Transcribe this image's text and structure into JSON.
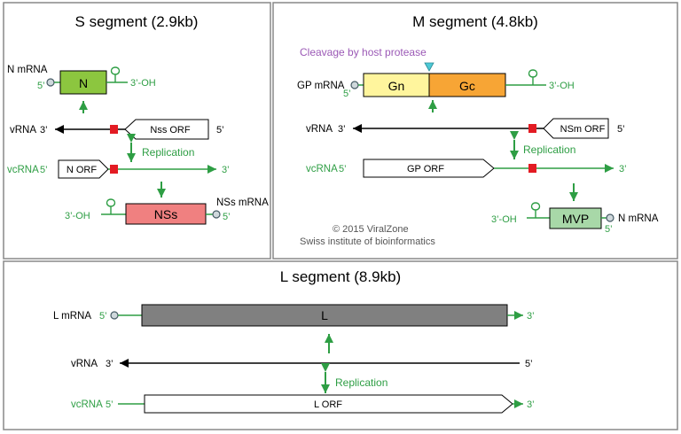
{
  "s_segment": {
    "title": "S segment (2.9kb)",
    "n_mrna": {
      "label": "N mRNA",
      "five": "5’",
      "gene": "N",
      "three_oh": "3’-OH"
    },
    "vrna": {
      "label": "vRNA",
      "three": "3’",
      "orf": "Nss ORF",
      "five": "5’"
    },
    "replication": "Replication",
    "vcrna": {
      "label": "vcRNA",
      "five": "5’",
      "orf": "N ORF",
      "three": "3’"
    },
    "nss_mrna": {
      "three_oh": "3’-OH",
      "gene": "NSs",
      "label": "NSs mRNA",
      "five": "5’"
    }
  },
  "m_segment": {
    "title": "M segment (4.8kb)",
    "cleavage": "Cleavage by host protease",
    "gp_mrna": {
      "label": "GP mRNA",
      "five": "5’",
      "gn": "Gn",
      "gc": "Gc",
      "three_oh": "3’-OH"
    },
    "vrna": {
      "label": "vRNA",
      "three": "3’",
      "orf": "NSm ORF",
      "five": "5’"
    },
    "replication": "Replication",
    "vcrna": {
      "label": "vcRNA",
      "five": "5’",
      "orf": "GP ORF",
      "three": "3’"
    },
    "mvp_mrna": {
      "three_oh": "3’-OH",
      "gene": "MVP",
      "label": "N mRNA",
      "five": "5’"
    },
    "copyright": "© 2015 ViralZone",
    "institute": "Swiss institute of bioinformatics"
  },
  "l_segment": {
    "title": "L segment (8.9kb)",
    "l_mrna": {
      "label": "L mRNA",
      "five": "5’",
      "gene": "L",
      "three": "3’"
    },
    "vrna": {
      "label": "vRNA",
      "three": "3’",
      "five": "5’"
    },
    "replication": "Replication",
    "vcrna": {
      "label": "vcRNA",
      "five": "5’",
      "orf": "L ORF",
      "three": "3’"
    }
  },
  "colors": {
    "green": "#2e9e44",
    "label_green": "#2e9e44",
    "n_box": "#8cc63f",
    "nss_box": "#f08080",
    "gn_box": "#fff59d",
    "gc_box": "#f7a535",
    "mvp_box": "#a8d8a8",
    "l_box": "#808080",
    "red_marker": "#e31b23",
    "cleavage_text": "#9b59b6",
    "cleavage_marker": "#4dc9d6"
  }
}
